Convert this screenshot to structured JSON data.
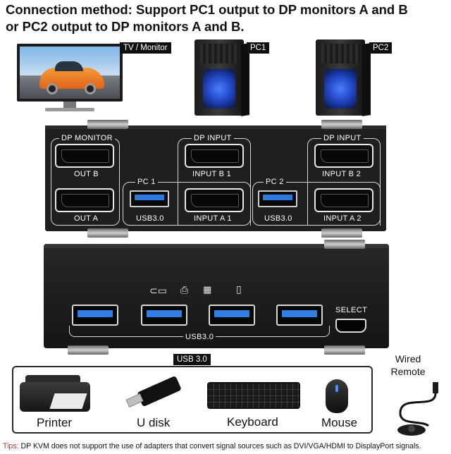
{
  "heading": {
    "line1": "Connection method: Support PC1 output to DP monitors A and B",
    "line2": "or PC2 output to DP monitors A and B."
  },
  "tags": {
    "tv": "TV / Monitor",
    "pc1": "PC1",
    "pc2": "PC2",
    "usb30": "USB 3.0"
  },
  "front_panel": {
    "dp_monitor": "DP MONITOR",
    "out_b": "OUT B",
    "out_a": "OUT A",
    "pc1": "PC 1",
    "dp_input_1": "DP INPUT",
    "input_b1": "INPUT B 1",
    "input_a1": "INPUT A 1",
    "usb_1": "USB3.0",
    "pc2": "PC 2",
    "dp_input_2": "DP INPUT",
    "input_b2": "INPUT B 2",
    "input_a2": "INPUT A 2",
    "usb_2": "USB3.0"
  },
  "back_panel": {
    "select": "SELECT",
    "usb30": "USB3.0"
  },
  "peripherals": {
    "printer": "Printer",
    "udisk": "U disk",
    "keyboard": "Keyboard",
    "mouse": "Mouse",
    "remote_line1": "Wired",
    "remote_line2": "Remote"
  },
  "tips": {
    "prefix": "Tips:",
    "text": " DP KVM does not support the use of adapters that convert signal sources such as DVI/VGA/HDMI to DisplayPort signals."
  },
  "colors": {
    "usb_blue": "#2f7ee6",
    "tips_red": "#d12a2a"
  }
}
